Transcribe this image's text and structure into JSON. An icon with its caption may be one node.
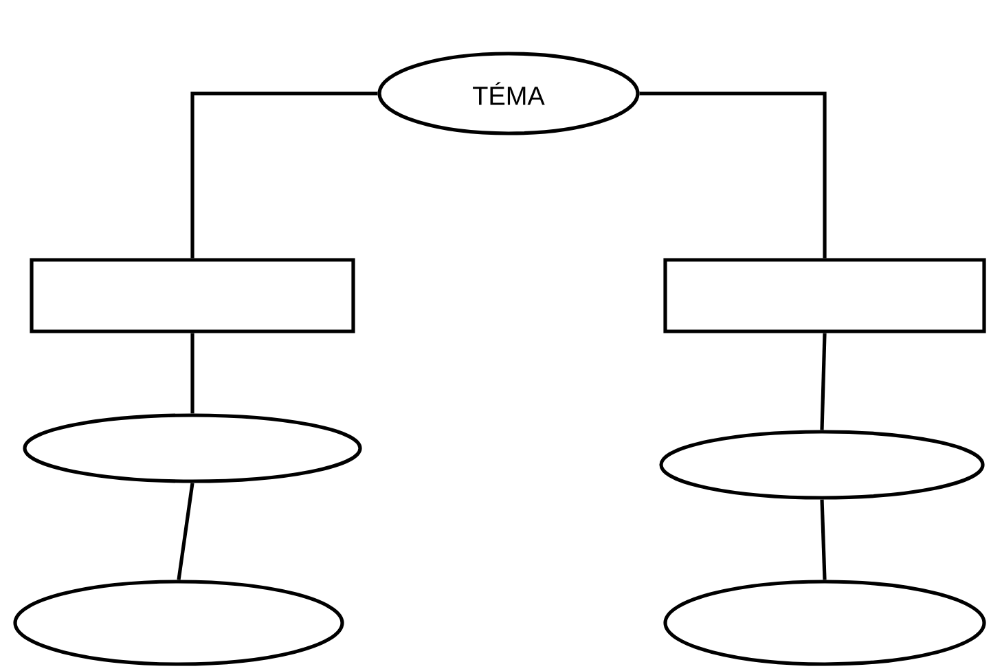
{
  "diagram": {
    "nodes": [
      {
        "text": [
          "TÉMA"
        ]
      },
      {
        "text": [],
        "shape": "box"
      },
      {
        "text": [],
        "shape": "box"
      },
      {
        "text": [],
        "shape": "ellipse"
      },
      {
        "text": [],
        "shape": "ellipse"
      },
      {
        "text": [],
        "shape": "ellipse"
      },
      {
        "text": [],
        "shape": "ellipse"
      }
    ],
    "edges": [
      {
        "from": 0,
        "to": 1,
        "arrow": "none"
      },
      {
        "from": 1,
        "to": 3,
        "arrow": "none"
      },
      {
        "from": 3,
        "to": 5,
        "arrow": "none"
      },
      {
        "from": 0,
        "to": 2,
        "arrow": "none"
      },
      {
        "from": 2,
        "to": 4,
        "arrow": "none"
      },
      {
        "from": 4,
        "to": 6,
        "arrow": "none"
      }
    ]
  }
}
